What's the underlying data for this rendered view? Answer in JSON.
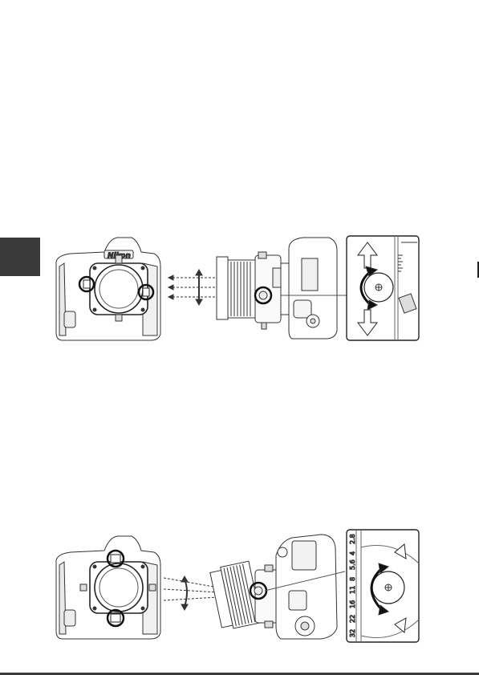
{
  "page": {
    "background": "#ffffff",
    "tab_color": "#3a3a3a"
  },
  "figure_shift": {
    "camera_brand": "Nikon",
    "icons": [
      "camera-front-icon",
      "lens-side-icon",
      "shift-knob-detail-icon",
      "up-arrow-icon",
      "down-arrow-icon",
      "rotation-arrow-icon"
    ]
  },
  "figure_tilt": {
    "aperture_scale": [
      "32",
      "22",
      "16",
      "11",
      "8",
      "5.6",
      "4",
      "2.8"
    ],
    "icons": [
      "camera-front-icon",
      "lens-tilted-icon",
      "tilt-knob-detail-icon",
      "rotation-arrow-icon"
    ]
  }
}
